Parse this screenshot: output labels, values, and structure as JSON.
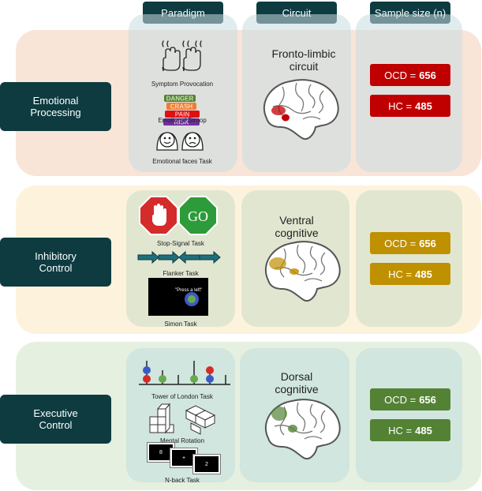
{
  "headers": {
    "paradigm": "Paradigm",
    "circuit": "Circuit",
    "sample_size": "Sample size (n)"
  },
  "colors": {
    "header_bg": "#0d3b40",
    "emotional_band": "#f9e4d8",
    "inhibitory_band": "#fdf3dc",
    "executive_band": "#e6f0e0",
    "red": "#c00000",
    "gold": "#bf9000",
    "green": "#548235"
  },
  "rows": {
    "emotional": {
      "label_line1": "Emotional",
      "label_line2": "Processing",
      "circuit_line1": "Fronto-limbic",
      "circuit_line2": "circuit",
      "tasks": [
        "Symptom Provocation",
        "Emotional Stroop",
        "Emotional faces Task"
      ],
      "stroop_words": [
        "DANGER",
        "CRASH",
        "PAIN",
        "RISK"
      ],
      "ocd_label": "OCD =",
      "ocd_value": "656",
      "hc_label": "HC =",
      "hc_value": "485"
    },
    "inhibitory": {
      "label_line1": "Inhibitory",
      "label_line2": "Control",
      "circuit_line1": "Ventral",
      "circuit_line2": "cognitive",
      "tasks": [
        "Stop-Signal Task",
        "Flanker Task",
        "Simon Task"
      ],
      "go_sign": "GO",
      "simon_text": "\"Press a left\"",
      "ocd_label": "OCD =",
      "ocd_value": "656",
      "hc_label": "HC =",
      "hc_value": "485"
    },
    "executive": {
      "label_line1": "Executive",
      "label_line2": "Control",
      "circuit_line1": "Dorsal",
      "circuit_line2": "cognitive",
      "tasks": [
        "Tower of London Task",
        "Mental Rotation",
        "N-back Task"
      ],
      "nback_digits": [
        "8",
        "+",
        "2"
      ],
      "ocd_label": "OCD =",
      "ocd_value": "656",
      "hc_label": "HC =",
      "hc_value": "485"
    }
  },
  "icons": {
    "hands": "raised-hands-icon",
    "stop": "stop-hand-sign-icon",
    "go": "go-sign-icon",
    "brain": "brain-icon",
    "faces": "faces-icon",
    "cubes": "cubes-icon"
  }
}
